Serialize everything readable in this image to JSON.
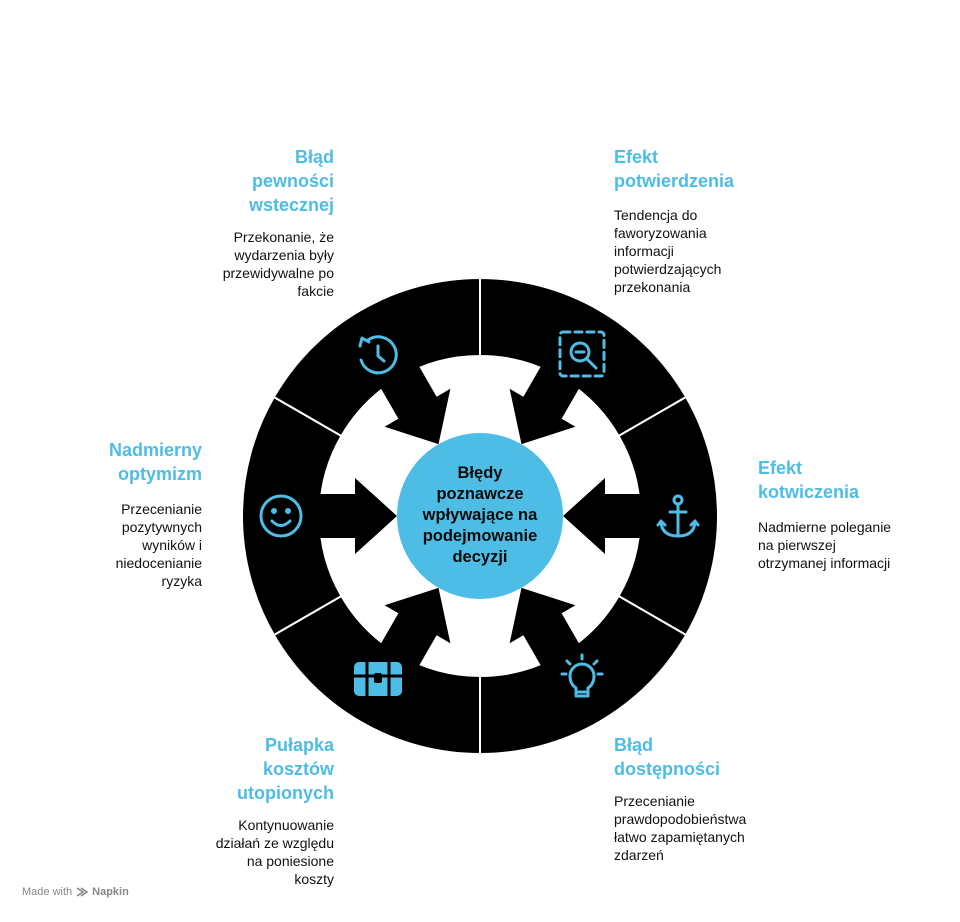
{
  "diagram": {
    "center": {
      "label": "Błędy\npoznawcze\nwpływające na\npodejmowanie\ndecyzji",
      "color": "#4ebde6"
    },
    "accent": "#4ebde6",
    "ring_color": "#000000",
    "items": [
      {
        "id": "hindsight",
        "icon": "history-clock-icon",
        "title": "Błąd\npewności\nwstecznej",
        "description": "Przekonanie, że\nwydarzenia były\nprzewidywalne po\nfakcie"
      },
      {
        "id": "confirmation",
        "icon": "zoom-out-search-icon",
        "title": "Efekt\npotwierdzenia",
        "description": "Tendencja do\nfaworyzowania\ninformacji\npotwierdzających\nprzekonania"
      },
      {
        "id": "optimism",
        "icon": "smiley-face-icon",
        "title": "Nadmierny\noptymizm",
        "description": "Przecenianie\npozytywnych\nwyników i\nniedocenianie\nryzyka"
      },
      {
        "id": "anchoring",
        "icon": "anchor-icon",
        "title": "Efekt\nkotwiczenia",
        "description": "Nadmierne poleganie\nna pierwszej\notrzymanej informacji"
      },
      {
        "id": "sunk-cost",
        "icon": "treasure-chest-icon",
        "title": "Pułapka\nkosztów\nutopionych",
        "description": "Kontynuowanie\ndziałań ze względu\nna poniesione\nkoszty"
      },
      {
        "id": "availability",
        "icon": "lightbulb-icon",
        "title": "Błąd\ndostępności",
        "description": "Przecenianie\nprawdopodobieństwa\nłatwo zapamiętanych\nzdarzeń"
      }
    ]
  },
  "footer": {
    "made_with": "Made with",
    "brand": "Napkin"
  }
}
